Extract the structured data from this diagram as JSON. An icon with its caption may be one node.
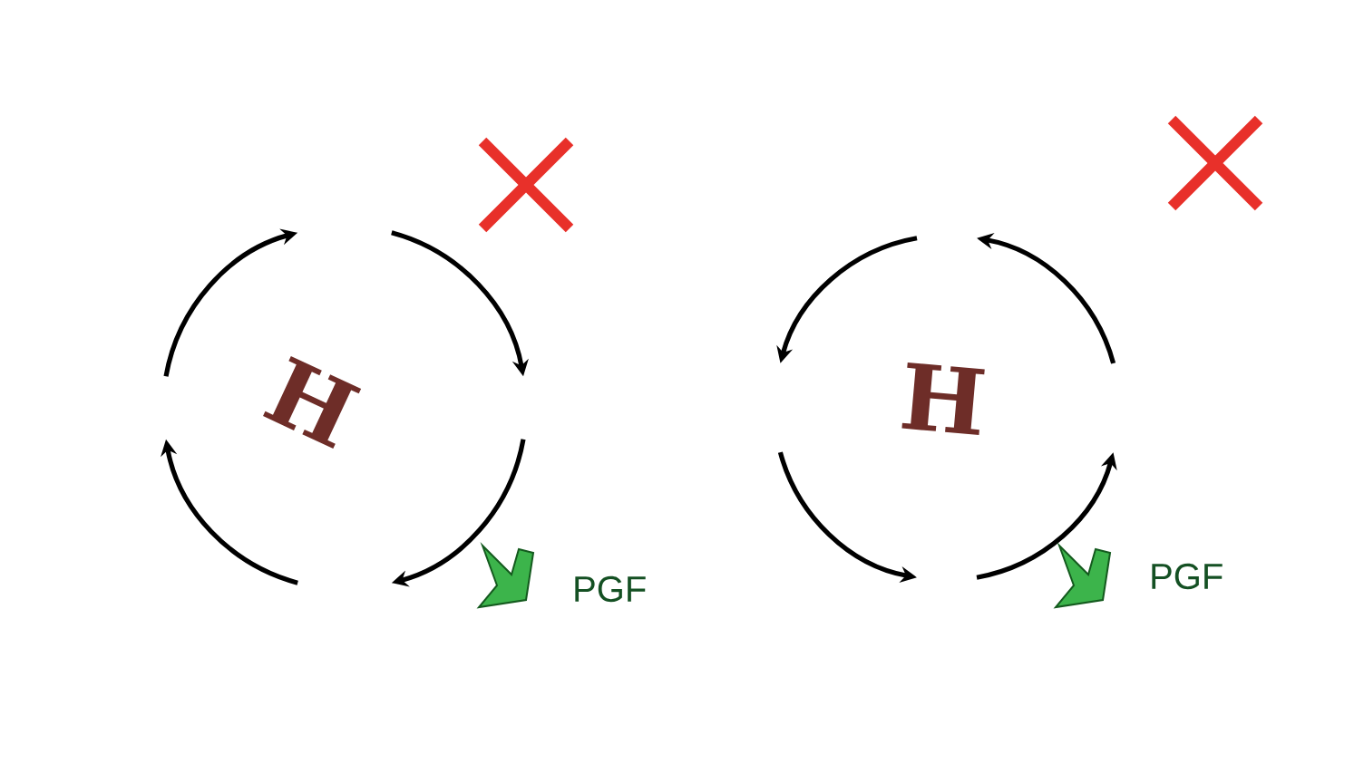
{
  "diagram": {
    "labels": [
      "H",
      "PGF",
      "H",
      "PGF"
    ]
  }
}
